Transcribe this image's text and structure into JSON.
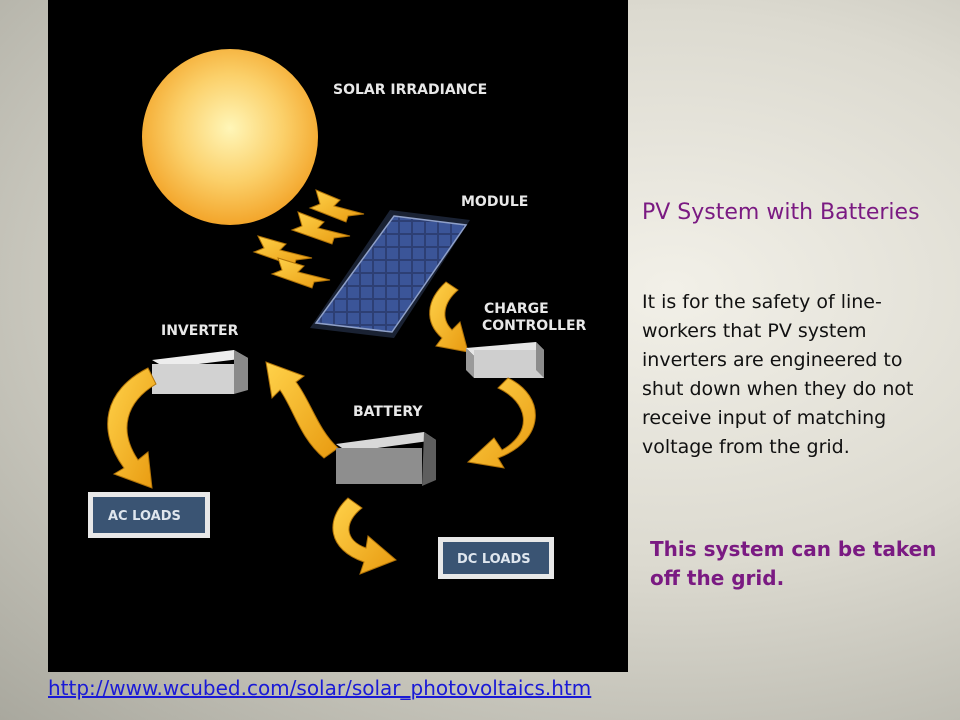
{
  "diagram": {
    "labels": {
      "solar_irradiance": "SOLAR IRRADIANCE",
      "module": "MODULE",
      "charge": "CHARGE",
      "controller": "CONTROLLER",
      "inverter": "INVERTER",
      "battery": "BATTERY",
      "ac_loads": "AC LOADS",
      "dc_loads": "DC LOADS"
    },
    "colors": {
      "background": "#000000",
      "sun": "#f7b93a",
      "arrow": "#f2b21c",
      "panel": "#33467a",
      "load_box": "#3a5473"
    }
  },
  "text": {
    "title": "PV System with Batteries",
    "body": "It is for the safety of line-workers that PV system inverters are engineered to shut down when they do not receive input of matching voltage from the grid.",
    "note": "This system can be taken off the grid.",
    "link": "http://www.wcubed.com/solar/solar_photovoltaics.htm"
  }
}
